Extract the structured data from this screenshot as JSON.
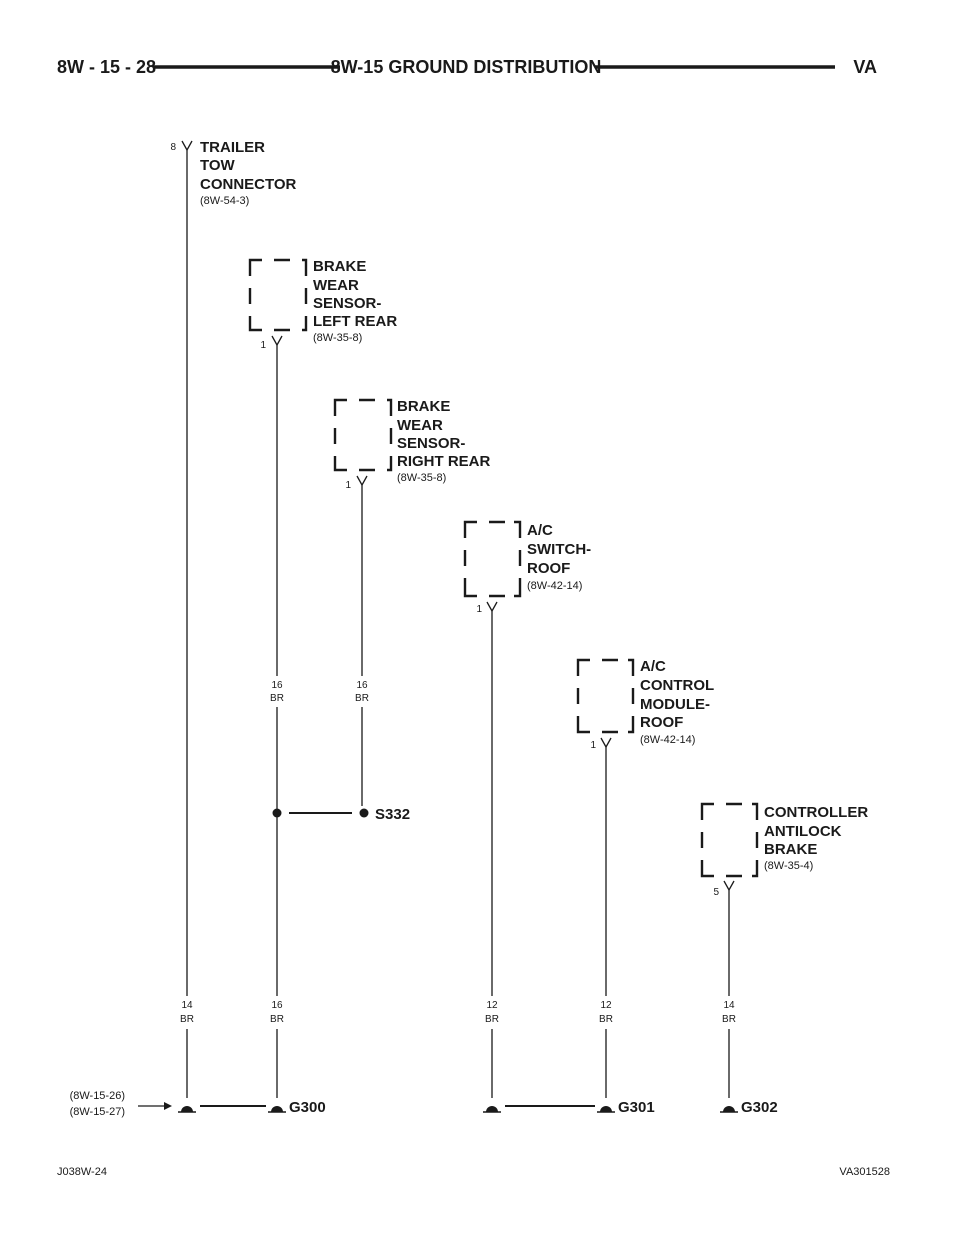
{
  "header": {
    "page_number": "8W - 15 - 28",
    "title": "8W-15 GROUND DISTRIBUTION",
    "model": "VA"
  },
  "components": [
    {
      "lines": [
        "TRAILER",
        "TOW",
        "CONNECTOR"
      ],
      "ref": "(8W-54-3)",
      "pin": "8"
    },
    {
      "lines": [
        "BRAKE",
        "WEAR",
        "SENSOR-",
        "LEFT REAR"
      ],
      "ref": "(8W-35-8)",
      "pin": "1"
    },
    {
      "lines": [
        "BRAKE",
        "WEAR",
        "SENSOR-",
        "RIGHT REAR"
      ],
      "ref": "(8W-35-8)",
      "pin": "1"
    },
    {
      "lines": [
        "A/C",
        "SWITCH-",
        "ROOF"
      ],
      "ref": "(8W-42-14)",
      "pin": "1"
    },
    {
      "lines": [
        "A/C",
        "CONTROL",
        "MODULE-",
        "ROOF"
      ],
      "ref": "(8W-42-14)",
      "pin": "1"
    },
    {
      "lines": [
        "CONTROLLER",
        "ANTILOCK",
        "BRAKE"
      ],
      "ref": "(8W-35-4)",
      "pin": "5"
    }
  ],
  "wires": [
    {
      "gauge": "16",
      "color": "BR"
    },
    {
      "gauge": "16",
      "color": "BR"
    },
    {
      "gauge": "14",
      "color": "BR"
    },
    {
      "gauge": "16",
      "color": "BR"
    },
    {
      "gauge": "12",
      "color": "BR"
    },
    {
      "gauge": "12",
      "color": "BR"
    },
    {
      "gauge": "14",
      "color": "BR"
    }
  ],
  "splices": {
    "s332": "S332"
  },
  "grounds": {
    "g300": "G300",
    "g301": "G301",
    "g302": "G302"
  },
  "refs": {
    "ref1": "(8W-15-26)",
    "ref2": "(8W-15-27)"
  },
  "footer": {
    "left": "J038W-24",
    "right": "VA301528"
  }
}
